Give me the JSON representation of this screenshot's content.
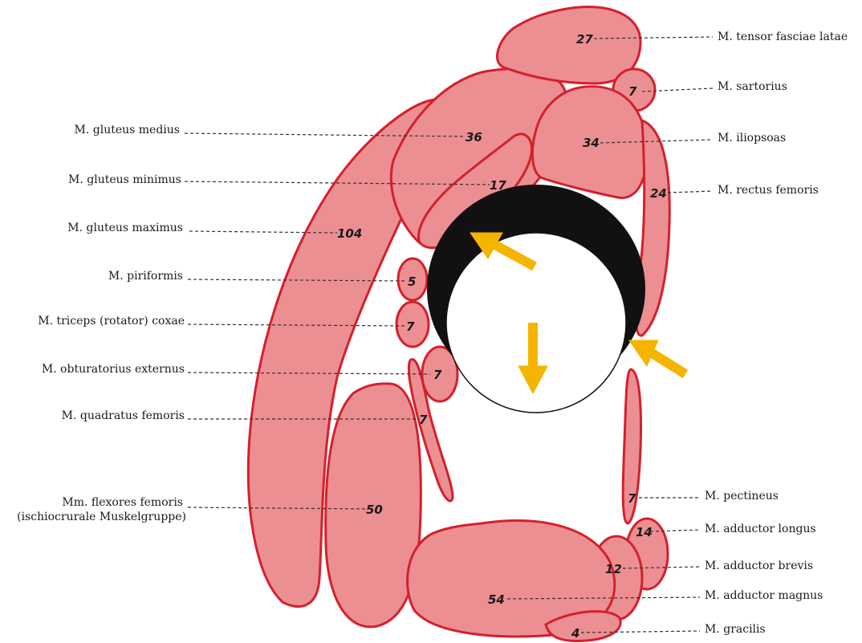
{
  "labels_left": [
    {
      "key": "gluteus_medius",
      "text": "M. gluteus medius"
    },
    {
      "key": "gluteus_minimus",
      "text": "M. gluteus minimus"
    },
    {
      "key": "gluteus_maximus",
      "text": "M. gluteus maximus"
    },
    {
      "key": "piriformis",
      "text": "M. piriformis"
    },
    {
      "key": "triceps_coxae",
      "text": "M. triceps (rotator) coxae"
    },
    {
      "key": "obturatorius_externus",
      "text": "M. obturatorius externus"
    },
    {
      "key": "quadratus_femoris",
      "text": "M. quadratus femoris"
    },
    {
      "key": "flexores_femoris",
      "text": "Mm. flexores femoris",
      "text2": "(ischiocrurale Muskelgruppe)"
    }
  ],
  "labels_right": [
    {
      "key": "tensor_fasciae_latae",
      "text": "M. tensor fasciae latae"
    },
    {
      "key": "sartorius",
      "text": "M. sartorius"
    },
    {
      "key": "iliopsoas",
      "text": "M. iliopsoas"
    },
    {
      "key": "rectus_femoris",
      "text": "M. rectus femoris"
    },
    {
      "key": "pectineus",
      "text": "M. pectineus"
    },
    {
      "key": "adductor_longus",
      "text": "M. adductor longus"
    },
    {
      "key": "adductor_brevis",
      "text": "M. adductor brevis"
    },
    {
      "key": "adductor_magnus",
      "text": "M. adductor magnus"
    },
    {
      "key": "gracilis",
      "text": "M. gracilis"
    }
  ],
  "values": {
    "tensor_fasciae_latae": "27",
    "sartorius": "7",
    "gluteus_medius": "36",
    "iliopsoas": "34",
    "gluteus_minimus": "17",
    "rectus_femoris": "24",
    "gluteus_maximus": "104",
    "piriformis": "5",
    "triceps_coxae": "7",
    "obturatorius_externus": "7",
    "quadratus_femoris": "7",
    "flexores_femoris": "50",
    "pectineus": "7",
    "adductor_longus": "14",
    "adductor_brevis": "12",
    "adductor_magnus": "54",
    "gracilis": "4"
  },
  "colors": {
    "muscle_fill": "#ec8f93",
    "muscle_outline": "#d4202c",
    "femoral_head": "#ffffff",
    "acetabulum": "#111111",
    "arrows": "#f5b400"
  }
}
